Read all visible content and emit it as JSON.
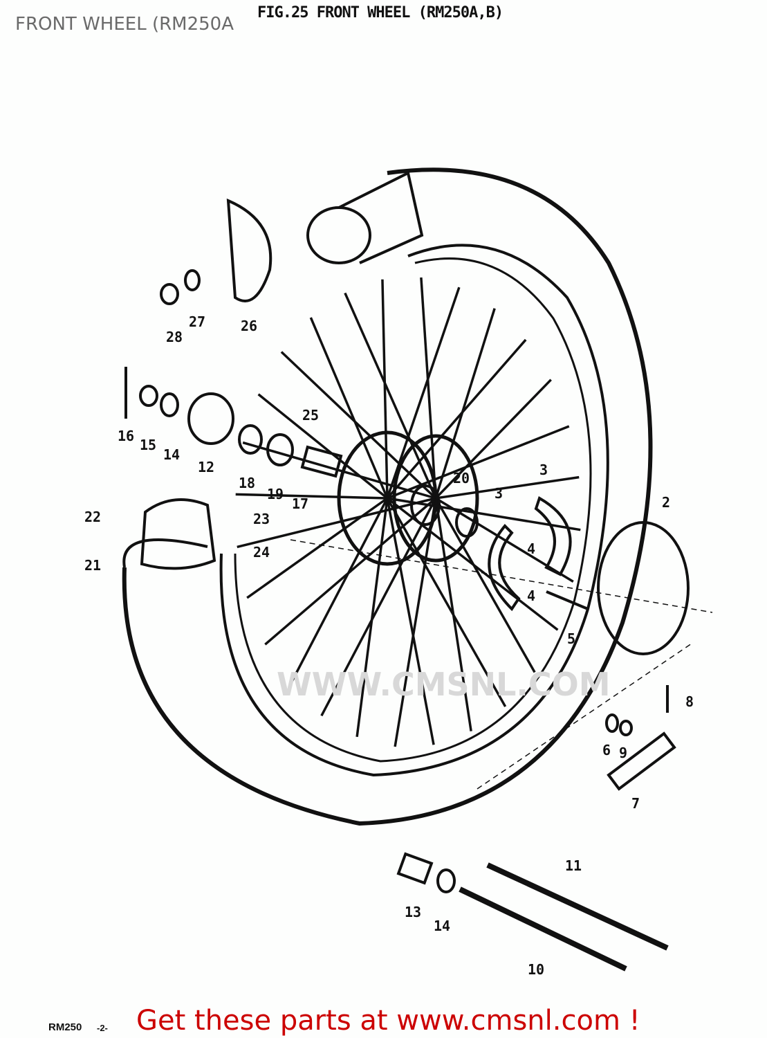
{
  "header": {
    "overlay_title": "FRONT WHEEL (RM250A",
    "figure_title": "FIG.25  FRONT WHEEL (RM250A,B)"
  },
  "diagram": {
    "part_labels": [
      "28",
      "27",
      "26",
      "25",
      "16",
      "15",
      "14",
      "12",
      "18",
      "19",
      "17",
      "20",
      "3",
      "3",
      "2",
      "22",
      "23",
      "24",
      "21",
      "4",
      "4",
      "5",
      "8",
      "6",
      "9",
      "7",
      "11",
      "13",
      "14",
      "10"
    ],
    "watermark": "WWW.CMSNL.COM"
  },
  "footer": {
    "link_text": "Get these parts at www.cmsnl.com !",
    "model_code": "RM250",
    "page_number": "-2-"
  },
  "colors": {
    "link": "#cc0000",
    "ink": "#111111"
  }
}
